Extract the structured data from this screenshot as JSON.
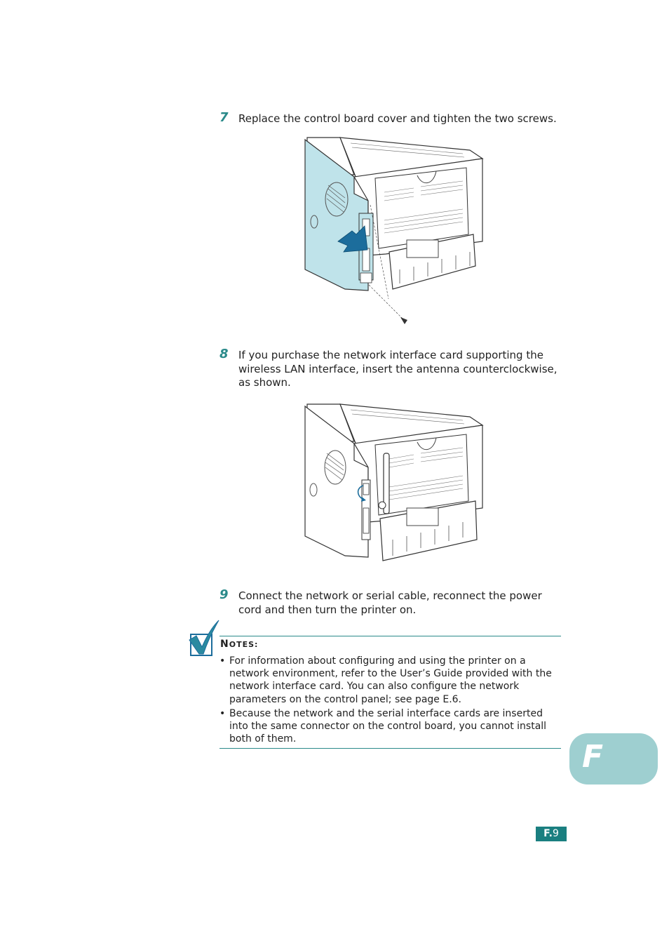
{
  "steps": [
    {
      "number": "7",
      "text": "Replace the control board cover and tighten the two screws."
    },
    {
      "number": "8",
      "text": "If you purchase the network interface card supporting the wireless LAN interface, insert the antenna counterclockwise, as shown."
    },
    {
      "number": "9",
      "text": "Connect the network or serial cable, reconnect the power cord and then turn the printer on."
    }
  ],
  "notes": {
    "title_first": "N",
    "title_rest": "OTES:",
    "items": [
      "For information about configuring and using the printer on a network environment, refer to the User’s Guide provided with the network interface card. You can also configure the network parameters on the control panel; see page E.6.",
      "Because the network and the serial interface cards are inserted into the same connector on the control board, you cannot install both of them."
    ]
  },
  "chapter_tab": "F",
  "page_number": {
    "prefix": "F.",
    "number": "9"
  },
  "colors": {
    "accent": "#2a8a8a",
    "tab": "#9ecfd0",
    "cover": "#bfe3ea",
    "arrow": "#1c6d9c"
  }
}
